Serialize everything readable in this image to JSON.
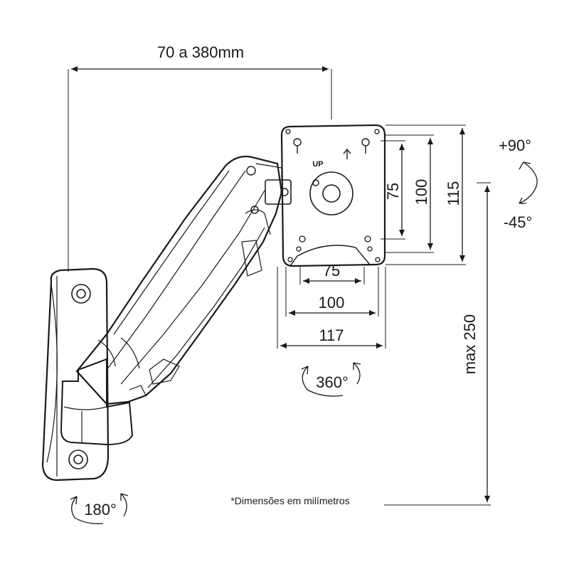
{
  "dimensions": {
    "reach": "70 a 380mm",
    "vesa_h_75": "75",
    "vesa_h_100": "100",
    "vesa_h_117": "117",
    "vesa_v_75": "75",
    "vesa_v_100": "100",
    "vesa_v_115": "115",
    "max_height": "max 250"
  },
  "rotations": {
    "tilt_up": "+90°",
    "tilt_down": "-45°",
    "swivel_plate": "360°",
    "swivel_wall": "180°"
  },
  "plate": {
    "up_label": "UP"
  },
  "note": "*Dimensões em milímetros",
  "colors": {
    "line": "#1a1a1a",
    "fill_light": "#ffffff"
  }
}
